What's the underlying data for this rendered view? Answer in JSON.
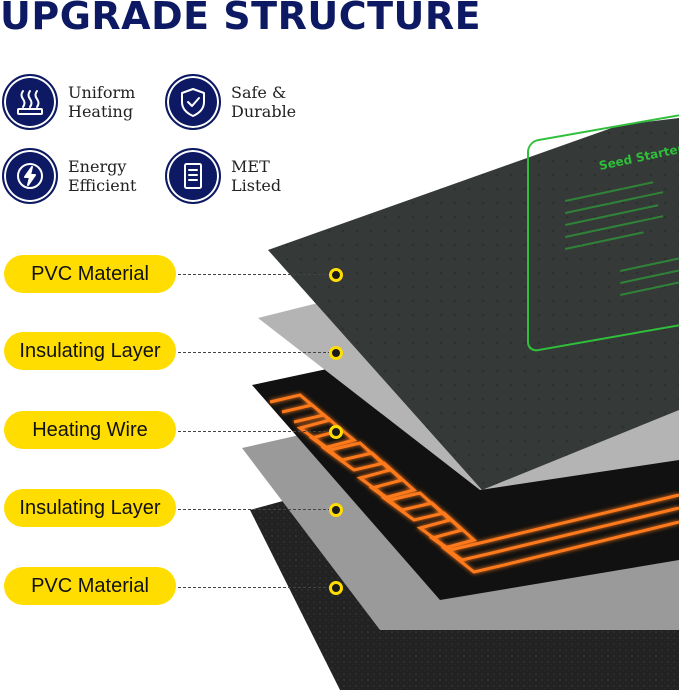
{
  "title": "UPGRADE STRUCTURE",
  "features": [
    {
      "line1": "Uniform",
      "line2": "Heating",
      "icon": "heating-waves-icon"
    },
    {
      "line1": "Safe &",
      "line2": "Durable",
      "icon": "shield-check-icon"
    },
    {
      "line1": "Energy",
      "line2": "Efficient",
      "icon": "energy-bolt-icon"
    },
    {
      "line1": "MET",
      "line2": "Listed",
      "icon": "certificate-list-icon"
    }
  ],
  "layers": [
    {
      "label": "PVC Material"
    },
    {
      "label": "Insulating Layer"
    },
    {
      "label": "Heating Wire"
    },
    {
      "label": "Insulating Layer"
    },
    {
      "label": "PVC Material"
    }
  ],
  "mat_label": "Seed Starter",
  "colors": {
    "title": "#0d1a63",
    "pill": "#ffdd00",
    "wire": "#ff7a1a",
    "mat_text": "#2fbf3a"
  }
}
